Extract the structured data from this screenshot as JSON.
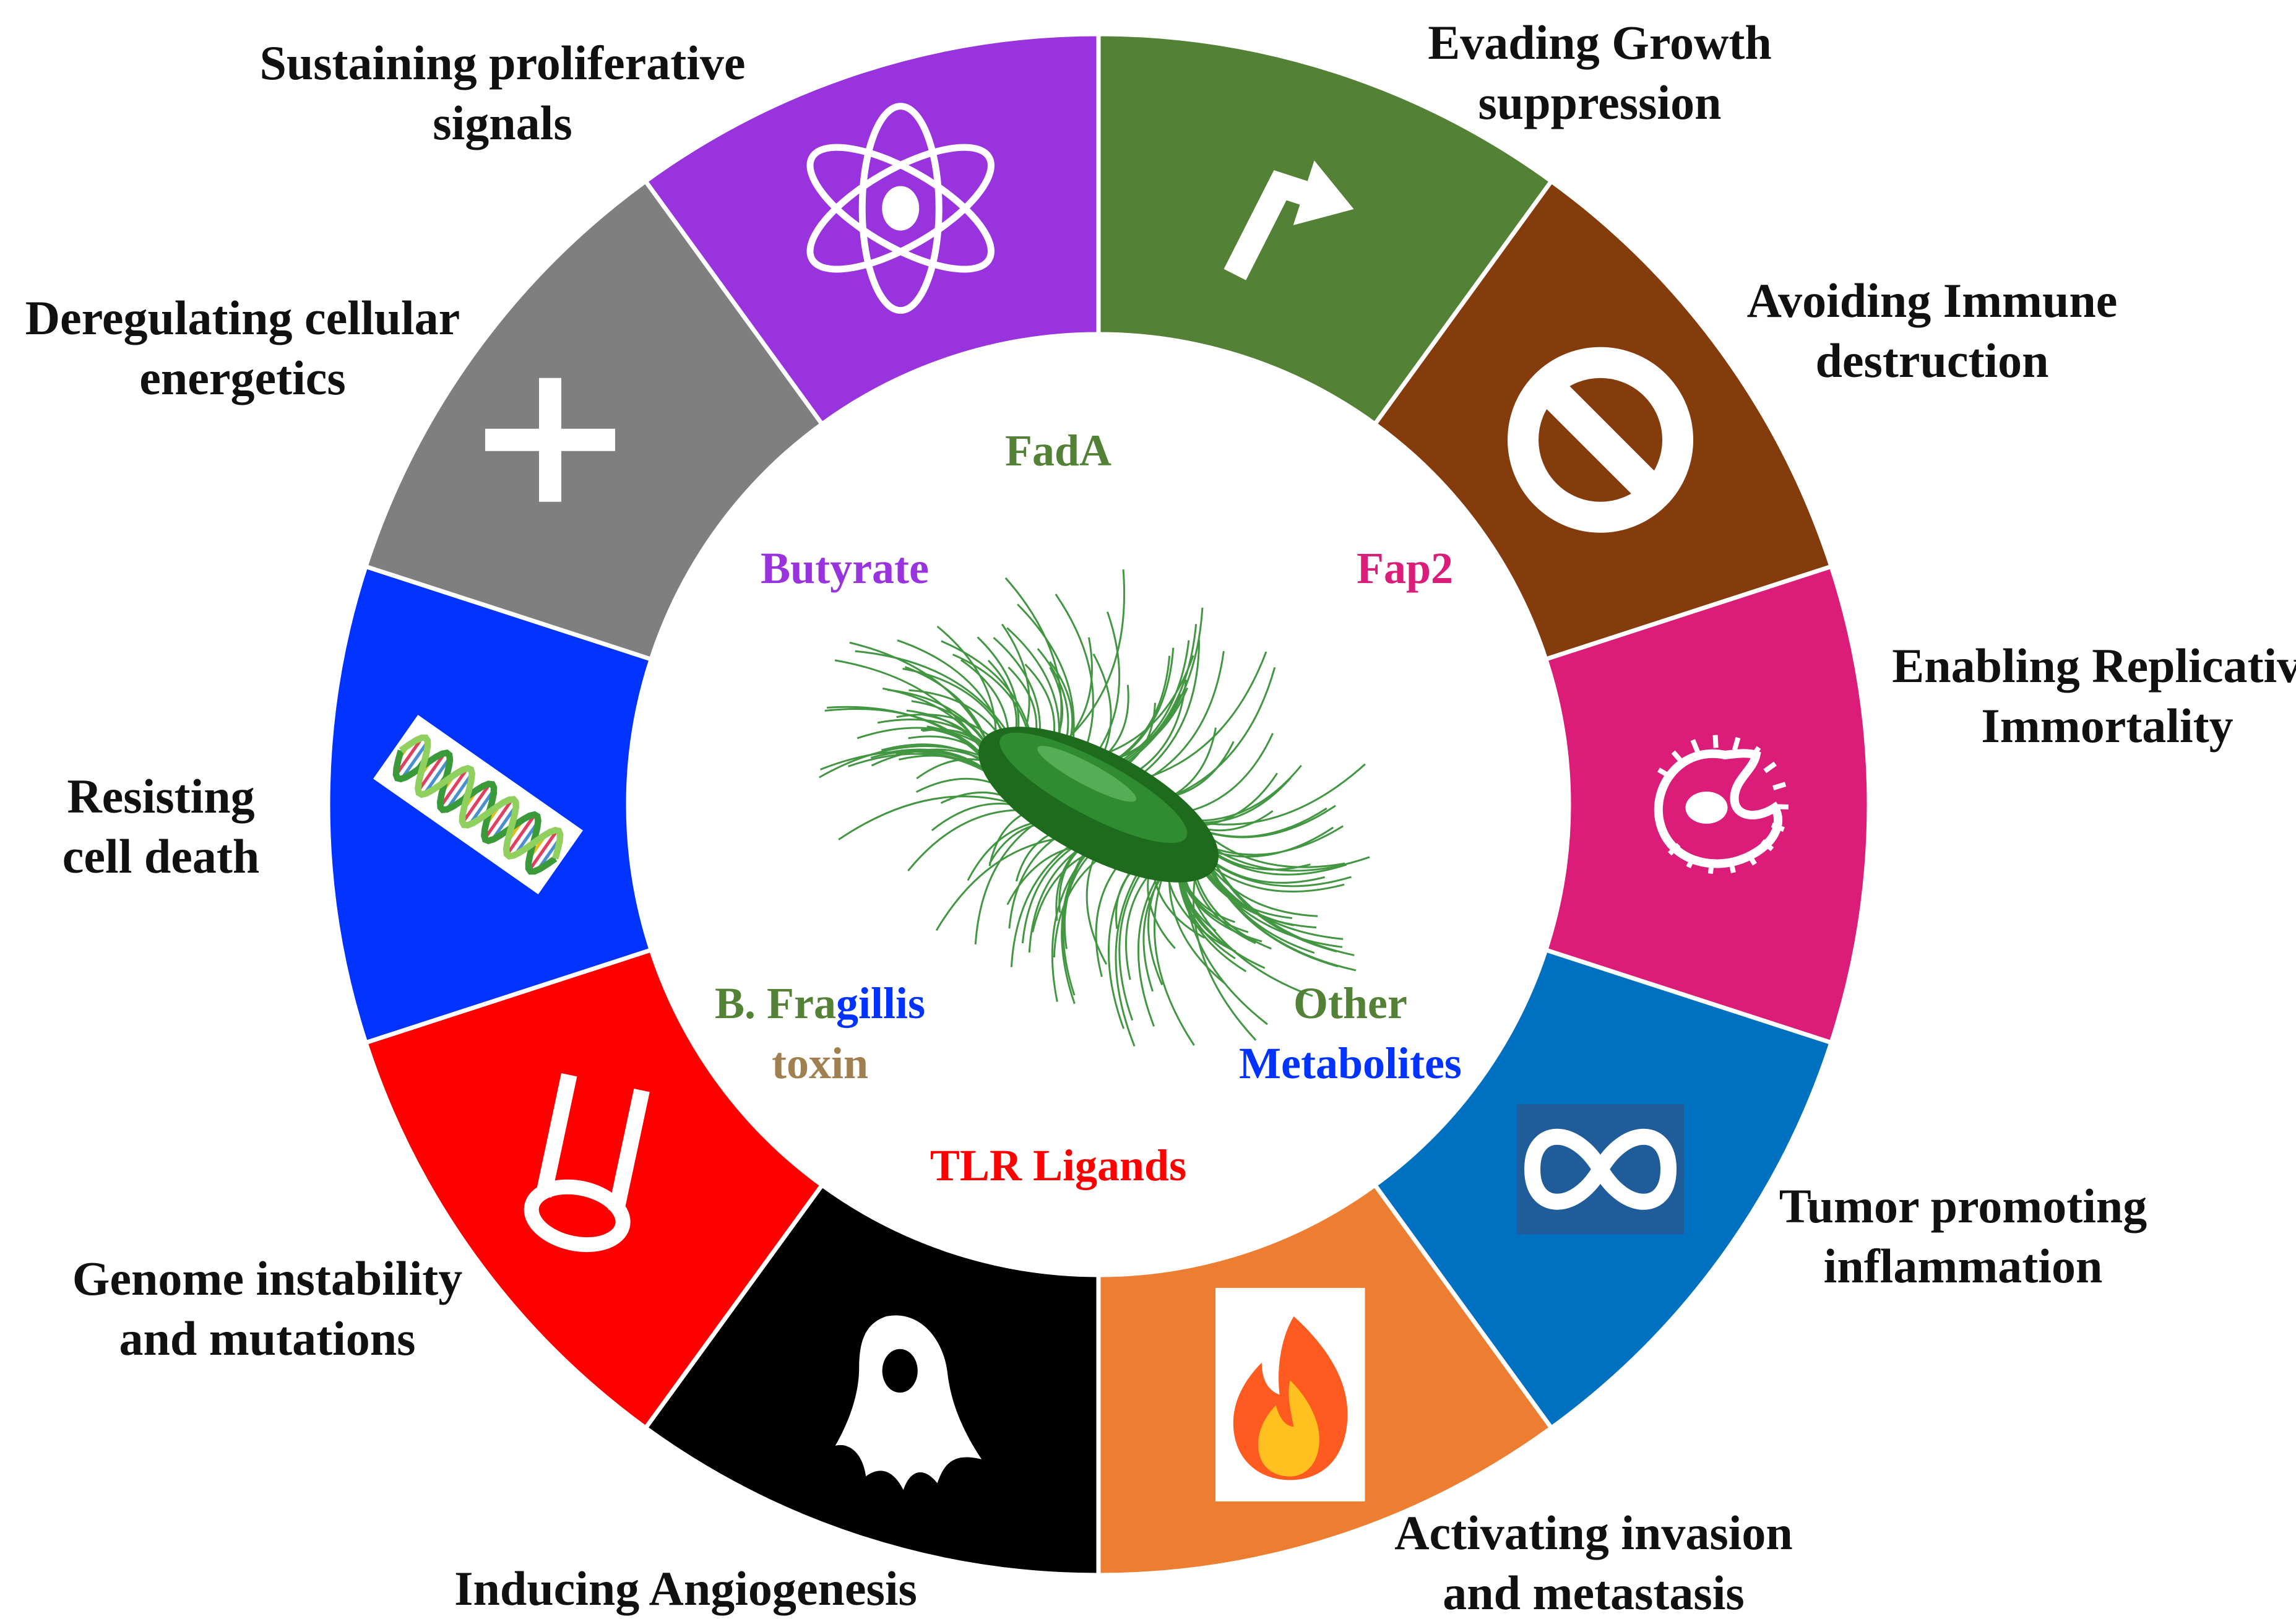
{
  "diagram": {
    "bacterium_alt": "green flagellated bacterium",
    "segments": [
      {
        "id": "proliferative",
        "color": "#538135",
        "icon": "arrow-icon",
        "label_lines": [
          "Sustaining proliferative",
          "signals"
        ]
      },
      {
        "id": "growth-suppression",
        "color": "#843C0C",
        "icon": "no-sign-icon",
        "label_lines": [
          "Evading Growth",
          "suppression"
        ]
      },
      {
        "id": "immune",
        "color": "#DB1C78",
        "icon": "immune-cell-icon",
        "label_lines": [
          "Avoiding Immune",
          "destruction"
        ]
      },
      {
        "id": "immortality",
        "color": "#0070C0",
        "icon": "infinity-icon",
        "label_lines": [
          "Enabling Replicative",
          "Immortality"
        ]
      },
      {
        "id": "inflammation",
        "color": "#ED7D31",
        "icon": "flame-icon",
        "label_lines": [
          "Tumor promoting",
          "inflammation"
        ]
      },
      {
        "id": "invasion",
        "color": "#000000",
        "icon": "cancer-cell-icon",
        "label_lines": [
          "Activating invasion",
          "and metastasis"
        ]
      },
      {
        "id": "angiogenesis",
        "color": "#FF0000",
        "icon": "blood-vessel-icon",
        "label_lines": [
          "Inducing Angiogenesis"
        ]
      },
      {
        "id": "genome",
        "color": "#0033FF",
        "icon": "dna-helix-icon",
        "label_lines": [
          "Genome instability",
          "and mutations"
        ]
      },
      {
        "id": "cell-death",
        "color": "#7F7F7F",
        "icon": "cross-icon",
        "label_lines": [
          "Resisting",
          "cell death"
        ]
      },
      {
        "id": "energetics",
        "color": "#9933DD",
        "icon": "atom-icon",
        "label_lines": [
          "Deregulating cellular",
          "energetics"
        ]
      }
    ],
    "factors": [
      {
        "id": "fada",
        "lines": [
          [
            {
              "text": "FadA",
              "color": "#538135"
            }
          ]
        ]
      },
      {
        "id": "fap2",
        "lines": [
          [
            {
              "text": "Fap2",
              "color": "#DB1C78"
            }
          ]
        ]
      },
      {
        "id": "butyrate",
        "lines": [
          [
            {
              "text": "Butyrate",
              "color": "#9933DD"
            }
          ]
        ]
      },
      {
        "id": "bfragilis",
        "lines": [
          [
            {
              "text": "B. Fra",
              "color": "#538135"
            },
            {
              "text": "gillis",
              "color": "#0033FF"
            }
          ],
          [
            {
              "text": "toxin",
              "color": "#A08050"
            }
          ]
        ]
      },
      {
        "id": "other-metabolites",
        "lines": [
          [
            {
              "text": "Other",
              "color": "#538135"
            }
          ],
          [
            {
              "text": "Metabolites",
              "color": "#0033FF"
            }
          ]
        ]
      },
      {
        "id": "tlr",
        "lines": [
          [
            {
              "text": "TLR Ligands",
              "color": "#FF0000"
            }
          ]
        ]
      }
    ]
  }
}
